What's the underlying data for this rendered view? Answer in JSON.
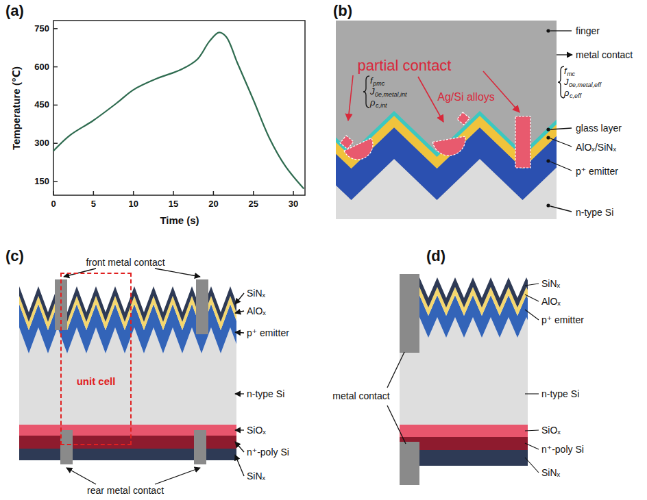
{
  "diagram": {
    "nodes": [
      {
        "text": [
          "unit cell"
        ]
      }
    ],
    "labels": [
      "(a)",
      "750",
      "600",
      "450",
      "300",
      "150",
      "0",
      "5",
      "10",
      "15",
      "20",
      "25",
      "30",
      "Temperature (℃)",
      "Time (s)",
      "(b)",
      "partial contact",
      "f",
      "pmc",
      "J",
      "0e,metal,int",
      "ρ",
      "c,int",
      "Ag/Si alloys",
      "f",
      "mc",
      "J",
      "0e,metal,eff",
      "ρ",
      "c,eff",
      "finger",
      "metal contact",
      "glass layer",
      "AlOₓ/SiNₓ",
      "p⁺ emitter",
      "n-type Si",
      "(c)",
      "front metal contact",
      "SiNₓ",
      "AlOₓ",
      "p⁺ emitter",
      "n-type Si",
      "SiOₓ",
      "n⁺-poly Si",
      "SiNₓ",
      "rear metal contact",
      "(d)",
      "SiNₓ",
      "AlOₓ",
      "p⁺ emitter",
      "metal contact",
      "n-type Si",
      "SiOₓ",
      "n⁺-poly Si",
      "SiNₓ"
    ]
  }
}
